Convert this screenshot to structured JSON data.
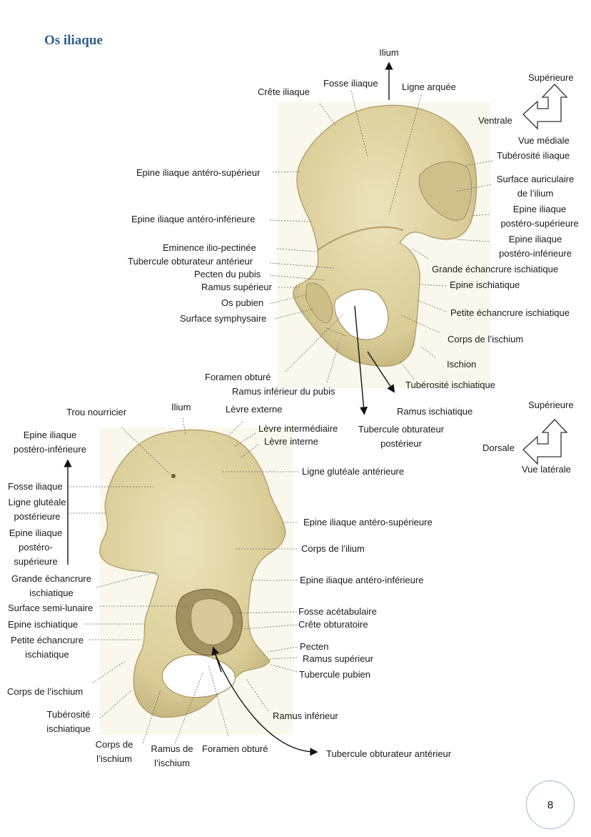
{
  "page": {
    "title": "Os iliaque",
    "page_number": "8"
  },
  "medial_view": {
    "orientation": {
      "top": "Supérieure",
      "left": "Ventrale",
      "view": "Vue médiale"
    },
    "labels": {
      "ilium": "Ilium",
      "fosse_iliaque": "Fosse iliaque",
      "ligne_arquee": "Ligne arquée",
      "crete_iliaque": "Crête iliaque",
      "tuberosite_iliaque": "Tubérosité iliaque",
      "epine_ant_sup": "Epine iliaque antéro-supérieur",
      "surface_auriculaire": "Surface auriculaire\nde l’ilium",
      "epine_ant_inf": "Epine iliaque antéro-inférieure",
      "epine_post_sup": "Epine iliaque\npostéro-supérieure",
      "epine_post_inf": "Epine iliaque\npostéro-inférieure",
      "eminence": "Eminence ilio-pectinée",
      "tubercule_obt_ant": "Tubercule obturateur antérieur",
      "pecten": "Pecten du pubis",
      "grande_echancrure": "Grande échancrure ischiatique",
      "ramus_sup": "Ramus supérieur",
      "epine_ischiatique": "Epine ischiatique",
      "os_pubien": "Os pubien",
      "petite_echancrure": "Petite échancrure ischiatique",
      "surface_symphysaire": "Surface symphysaire",
      "corps_ischium": "Corps de l’ischium",
      "ischion": "Ischion",
      "foramen_obture": "Foramen obturé",
      "tuberosite_ischiatique": "Tubérosité ischiatique",
      "ramus_inf_pubis": "Ramus inférieur du pubis",
      "ramus_ischiatique": "Ramus ischiatique",
      "tubercule_obt_post": "Tubercule obturateur\npostérieur"
    }
  },
  "lateral_view": {
    "orientation": {
      "top": "Supérieure",
      "left": "Dorsale",
      "view": "Vue latérale"
    },
    "labels": {
      "trou_nourricier": "Trou nourricier",
      "ilium": "Ilium",
      "levre_externe": "Lèvre externe",
      "levre_intermediaire": "Lèvre intermédiaire",
      "levre_interne": "Lèvre interne",
      "epine_post_inf": "Epine iliaque\npostéro-inférieure",
      "ligne_glut_ant": "Ligne glutéale antérieure",
      "fosse_iliaque": "Fosse iliaque",
      "ligne_glut_post": "Ligne glutéale\npostérieure",
      "epine_post_sup": "Epine iliaque\npostéro-\nsupérieure",
      "epine_ant_sup": "Epine iliaque antéro-supérieure",
      "corps_ilium": "Corps de l’ilium",
      "grande_echancrure": "Grande échancrure\nischiatique",
      "epine_ant_inf": "Epine iliaque antéro-inférieure",
      "surface_semi_lunaire": "Surface semi-lunaire",
      "fosse_acetabulaire": "Fosse acétabulaire",
      "epine_ischiatique": "Epine ischiatique",
      "crete_obturatoire": "Crête obturatoire",
      "petite_echancrure": "Petite échancrure\nischiatique",
      "pecten": "Pecten",
      "ramus_sup": "Ramus supérieur",
      "tubercule_pubien": "Tubercule pubien",
      "corps_ischium": "Corps de l’ischium",
      "ramus_inf": "Ramus inférieur",
      "tuberosite_ischiatique": "Tubérosité\nischiatique",
      "corps_ischium_bottom": "Corps de\nl’ischium",
      "ramus_ischium": "Ramus de\nl’ischium",
      "foramen_obture": "Foramen obturé",
      "tubercule_obt_ant": "Tubercule obturateur antérieur"
    }
  },
  "colors": {
    "bone": "#e2d7a6",
    "bone_shadow": "#b8a874",
    "title": "#2e5f8a",
    "leader": "#555555"
  }
}
